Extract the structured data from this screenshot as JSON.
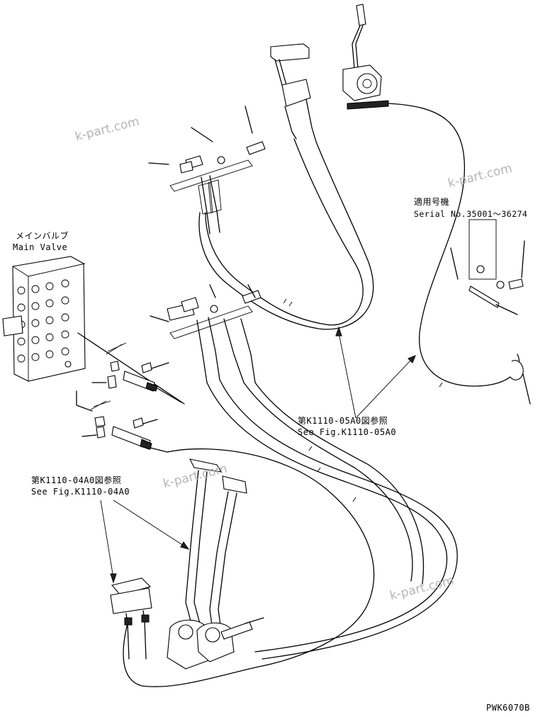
{
  "labels": {
    "main_valve_jp": "メインバルブ",
    "main_valve_en": "Main Valve",
    "serial_jp": "適用号機",
    "serial_en": "Serial No.35001～36274",
    "ref_0504_jp": "第K1110-05A0図参照",
    "ref_0504_en": "See Fig.K1110-05A0",
    "ref_0404_jp": "第K1110-04A0図参照",
    "ref_0404_en": "See Fig.K1110-04A0",
    "figure_code": "PWK6070B"
  },
  "watermarks": [
    "k-part.com",
    "k-part.com",
    "k-part.com",
    "k-part.com"
  ]
}
